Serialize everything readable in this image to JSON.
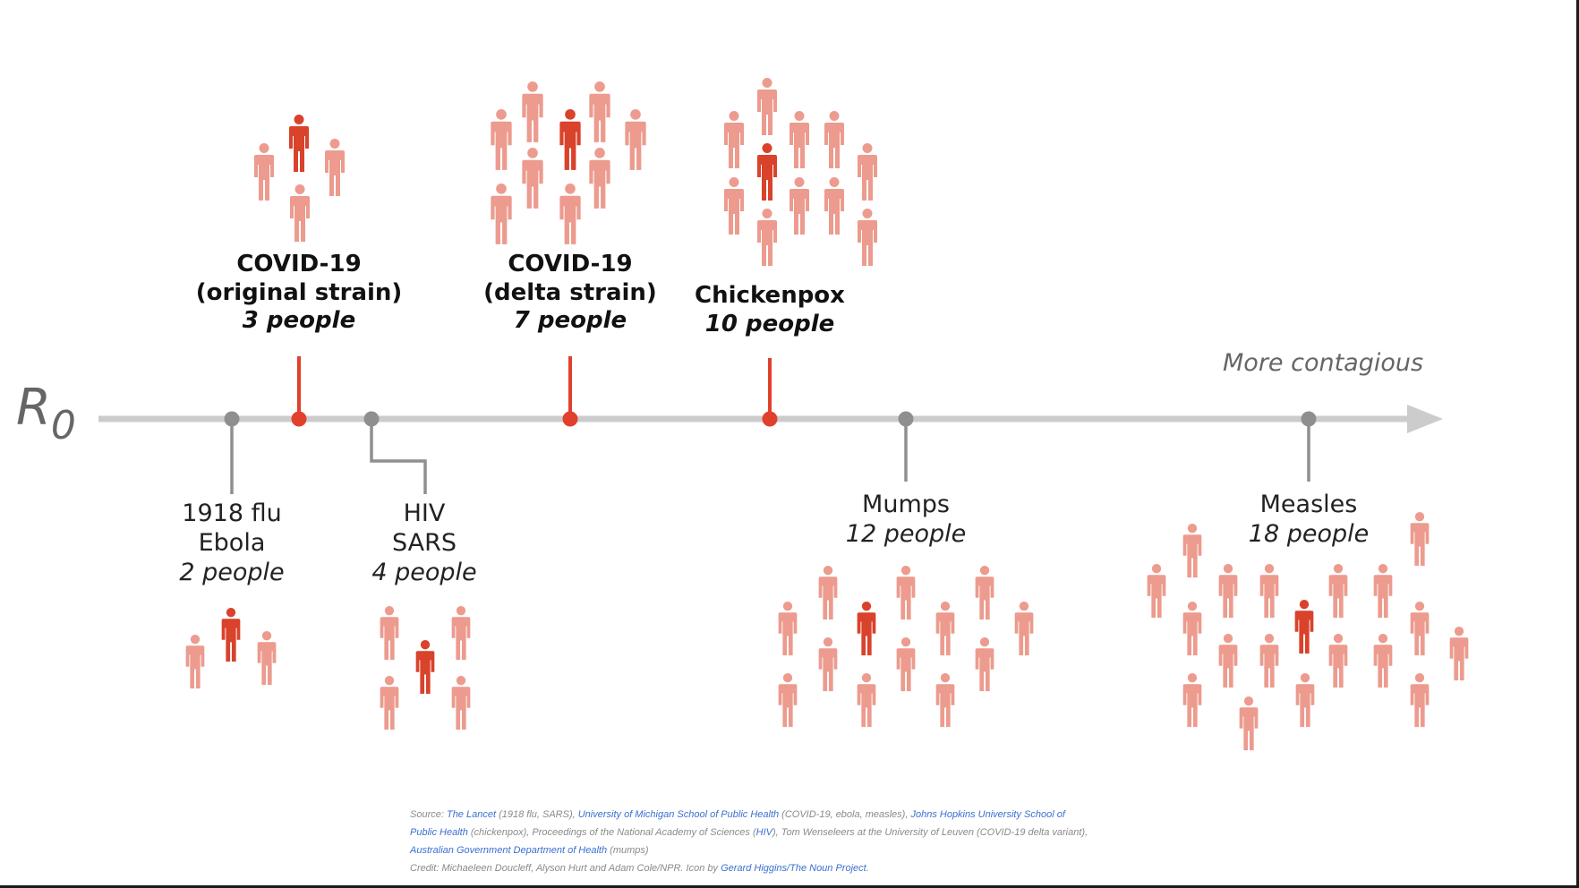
{
  "axis": {
    "symbol": "R",
    "subscript": "0",
    "direction_label": "More contagious"
  },
  "colors": {
    "axis": "#cccccc",
    "marker_gray": "#8f8f8f",
    "accent": "#e0402c",
    "person_primary": "#d9422b",
    "person_secondary": "#ec9b8e"
  },
  "diseases": [
    {
      "id": "flu-ebola",
      "names": [
        "1918 flu",
        "Ebola"
      ],
      "count_text": "2 people",
      "r0": 2,
      "highlight": false
    },
    {
      "id": "covid-original",
      "names": [
        "COVID-19",
        "(original strain)"
      ],
      "count_text": "3 people",
      "r0": 3,
      "highlight": true
    },
    {
      "id": "hiv-sars",
      "names": [
        "HIV",
        "SARS"
      ],
      "count_text": "4 people",
      "r0": 4,
      "highlight": false
    },
    {
      "id": "covid-delta",
      "names": [
        "COVID-19",
        "(delta strain)"
      ],
      "count_text": "7 people",
      "r0": 7,
      "highlight": true
    },
    {
      "id": "chickenpox",
      "names": [
        "Chickenpox"
      ],
      "count_text": "10 people",
      "r0": 10,
      "highlight": true
    },
    {
      "id": "mumps",
      "names": [
        "Mumps"
      ],
      "count_text": "12 people",
      "r0": 12,
      "highlight": false
    },
    {
      "id": "measles",
      "names": [
        "Measles"
      ],
      "count_text": "18 people",
      "r0": 18,
      "highlight": false
    }
  ],
  "source": {
    "line1": [
      {
        "t": "Source: ",
        "link": false
      },
      {
        "t": "The Lancet",
        "link": true
      },
      {
        "t": " (1918 flu, SARS), ",
        "link": false
      },
      {
        "t": "University of Michigan School of Public Health",
        "link": true
      },
      {
        "t": " (COVID-19, ebola, measles), ",
        "link": false
      },
      {
        "t": "Johns Hopkins University School of",
        "link": true
      }
    ],
    "line2": [
      {
        "t": "Public Health",
        "link": true
      },
      {
        "t": " (chickenpox), Proceedings of the National Academy of Sciences (",
        "link": false
      },
      {
        "t": "HIV",
        "link": true
      },
      {
        "t": "), Tom Wenseleers at the University of Leuven (COVID-19 delta variant),",
        "link": false
      }
    ],
    "line3": [
      {
        "t": "Australian Government Department of Health",
        "link": true
      },
      {
        "t": " (mumps)",
        "link": false
      }
    ],
    "line4": [
      {
        "t": "Credit: Michaeleen Doucleff, Alyson Hurt and Adam Cole/NPR. Icon by ",
        "link": false
      },
      {
        "t": "Gerard Higgins/The Noun Project",
        "link": true
      },
      {
        "t": ".",
        "link": false
      }
    ]
  }
}
